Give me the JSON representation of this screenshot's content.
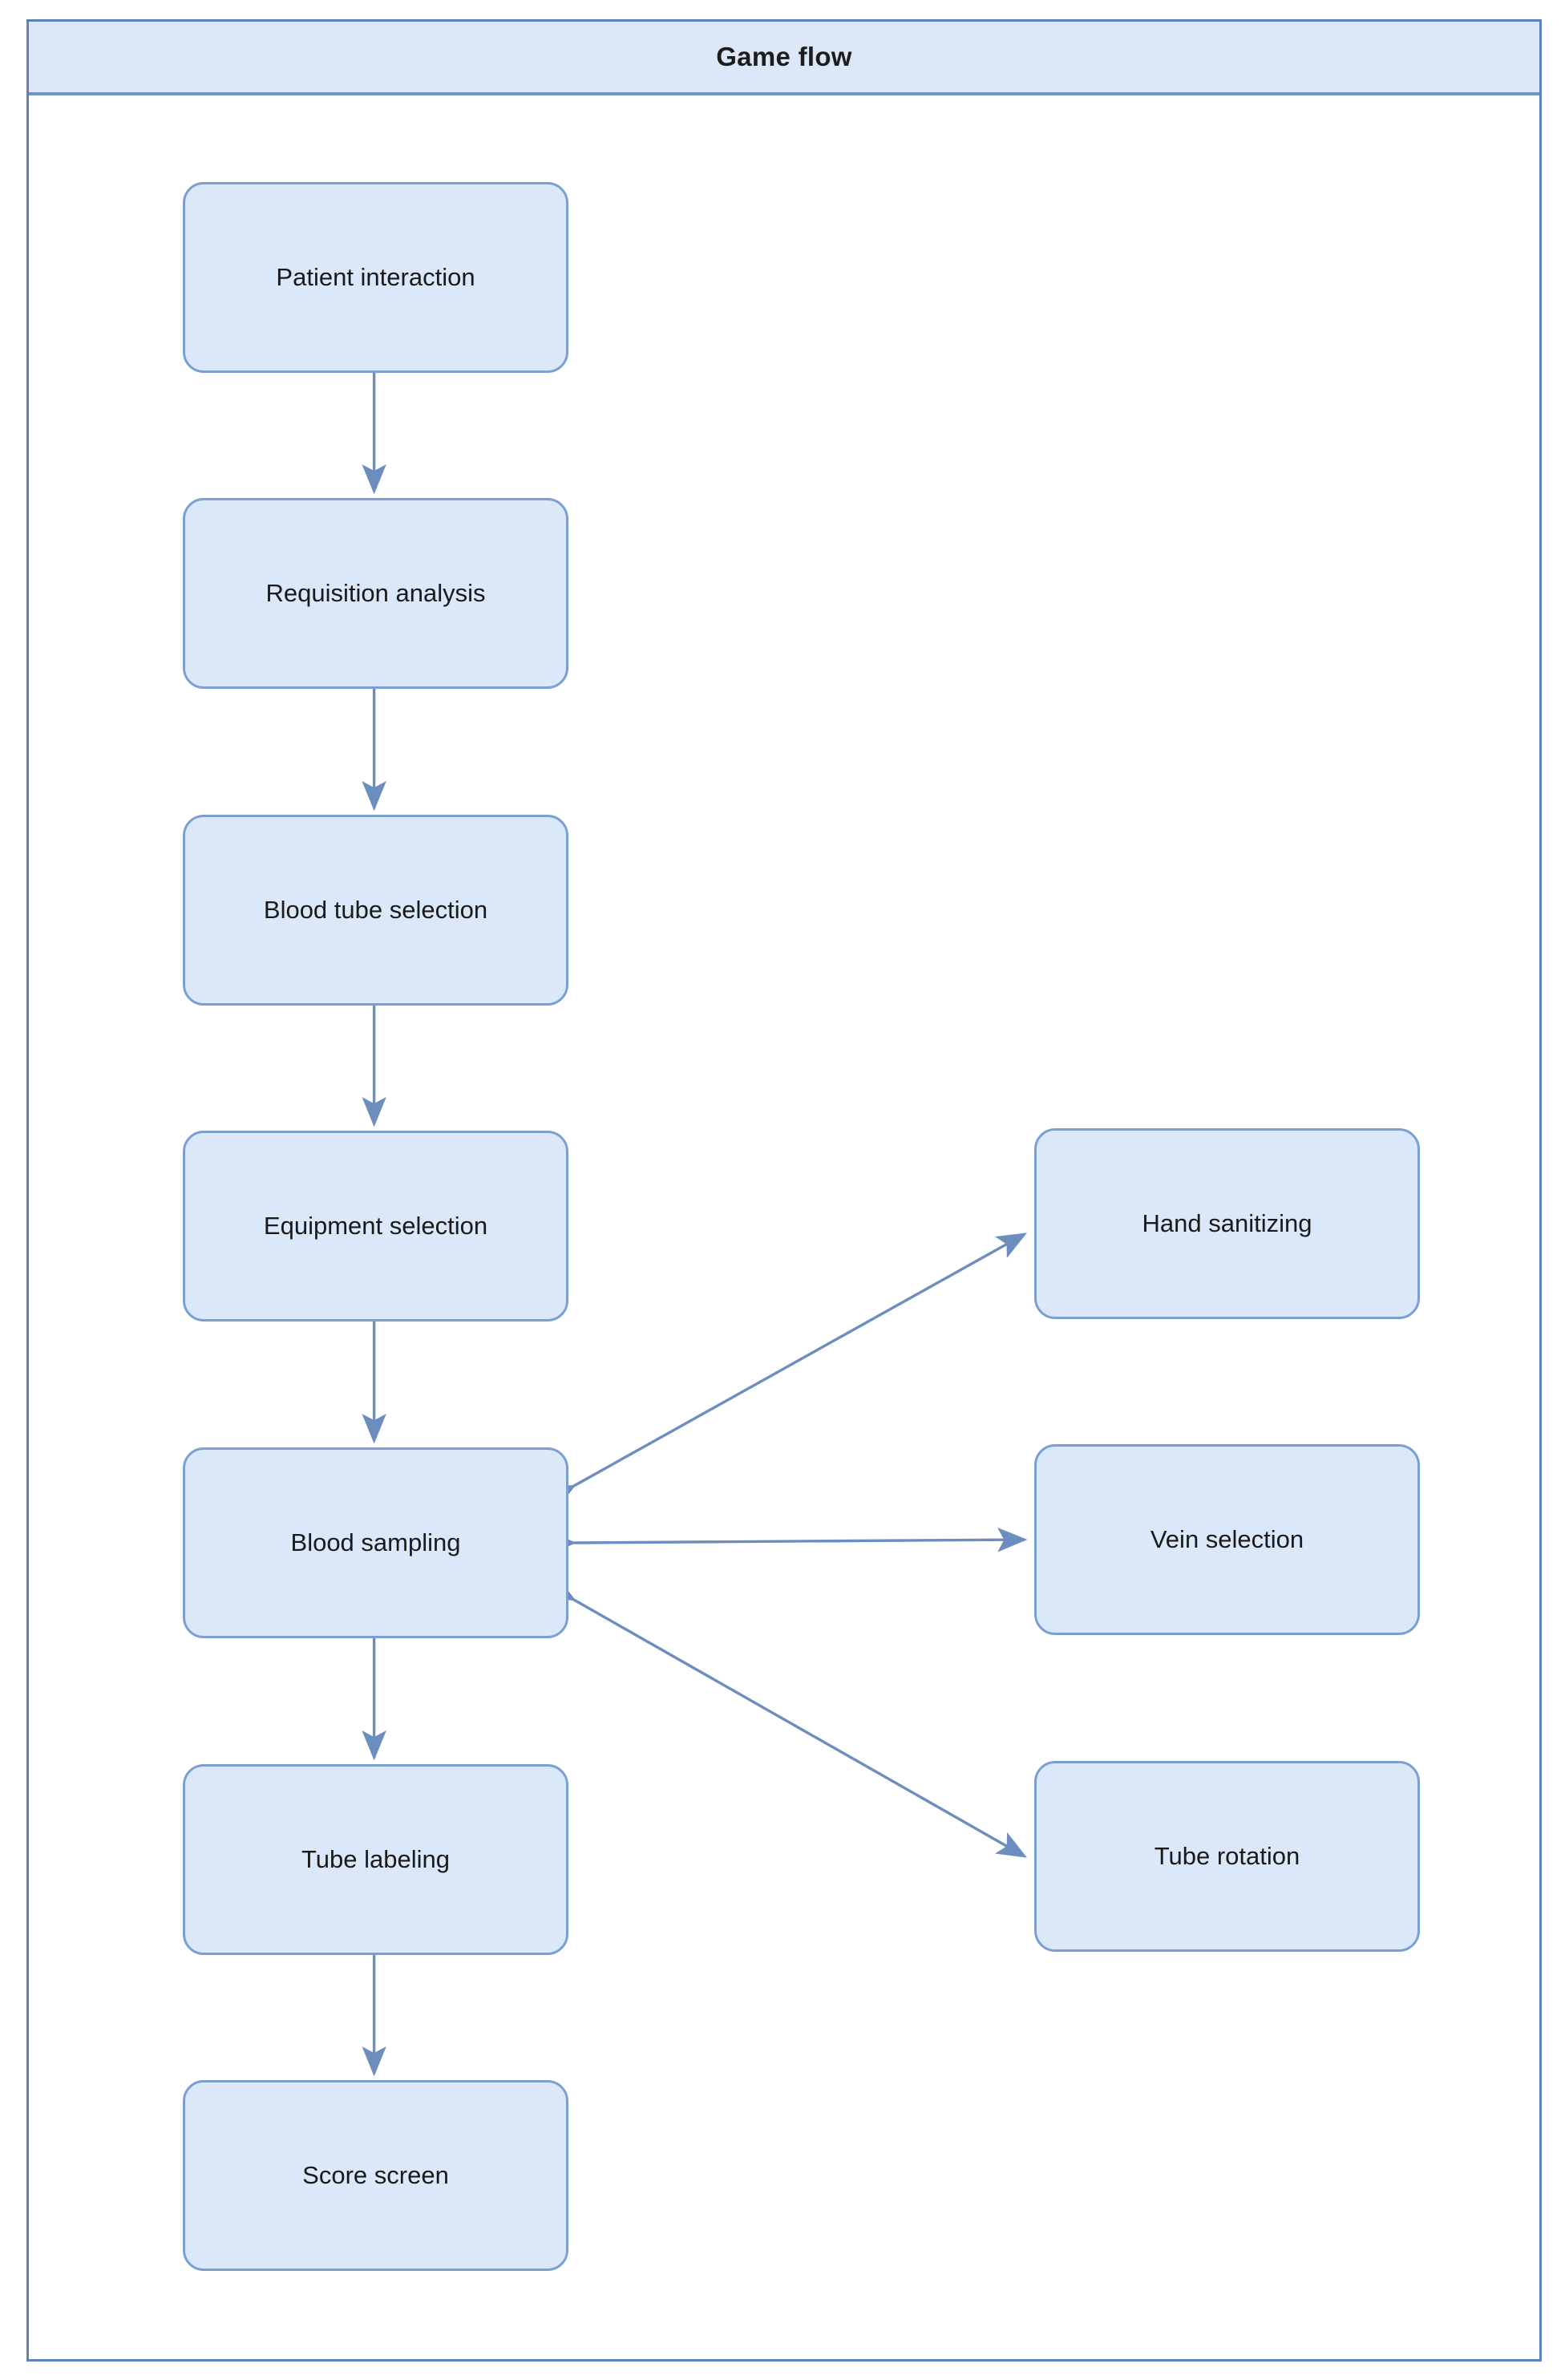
{
  "diagram": {
    "title": "Game flow",
    "type": "flowchart",
    "theme": {
      "node_fill": "#dbe8fa",
      "node_border": "#7ba0d0",
      "edge_color": "#6c8ebf",
      "header_fill": "#dce8f7",
      "frame_border": "#5b82bd",
      "text_color": "#1a1a1a",
      "canvas_background": "#ffffff"
    },
    "main_sequence": [
      {
        "id": "patient-interaction",
        "label": "Patient interaction"
      },
      {
        "id": "requisition-analysis",
        "label": "Requisition analysis"
      },
      {
        "id": "blood-tube-selection",
        "label": "Blood tube selection"
      },
      {
        "id": "equipment-selection",
        "label": "Equipment selection"
      },
      {
        "id": "blood-sampling",
        "label": "Blood sampling"
      },
      {
        "id": "tube-labeling",
        "label": "Tube labeling"
      },
      {
        "id": "score-screen",
        "label": "Score screen"
      }
    ],
    "branch_nodes": [
      {
        "id": "hand-sanitizing",
        "label": "Hand sanitizing"
      },
      {
        "id": "vein-selection",
        "label": "Vein selection"
      },
      {
        "id": "tube-rotation",
        "label": "Tube rotation"
      }
    ],
    "edges": [
      {
        "from": "patient-interaction",
        "to": "requisition-analysis",
        "direction": "one-way"
      },
      {
        "from": "requisition-analysis",
        "to": "blood-tube-selection",
        "direction": "one-way"
      },
      {
        "from": "blood-tube-selection",
        "to": "equipment-selection",
        "direction": "one-way"
      },
      {
        "from": "equipment-selection",
        "to": "blood-sampling",
        "direction": "one-way"
      },
      {
        "from": "blood-sampling",
        "to": "tube-labeling",
        "direction": "one-way"
      },
      {
        "from": "tube-labeling",
        "to": "score-screen",
        "direction": "one-way"
      },
      {
        "from": "blood-sampling",
        "to": "hand-sanitizing",
        "direction": "two-way"
      },
      {
        "from": "blood-sampling",
        "to": "vein-selection",
        "direction": "two-way"
      },
      {
        "from": "blood-sampling",
        "to": "tube-rotation",
        "direction": "two-way"
      }
    ]
  }
}
